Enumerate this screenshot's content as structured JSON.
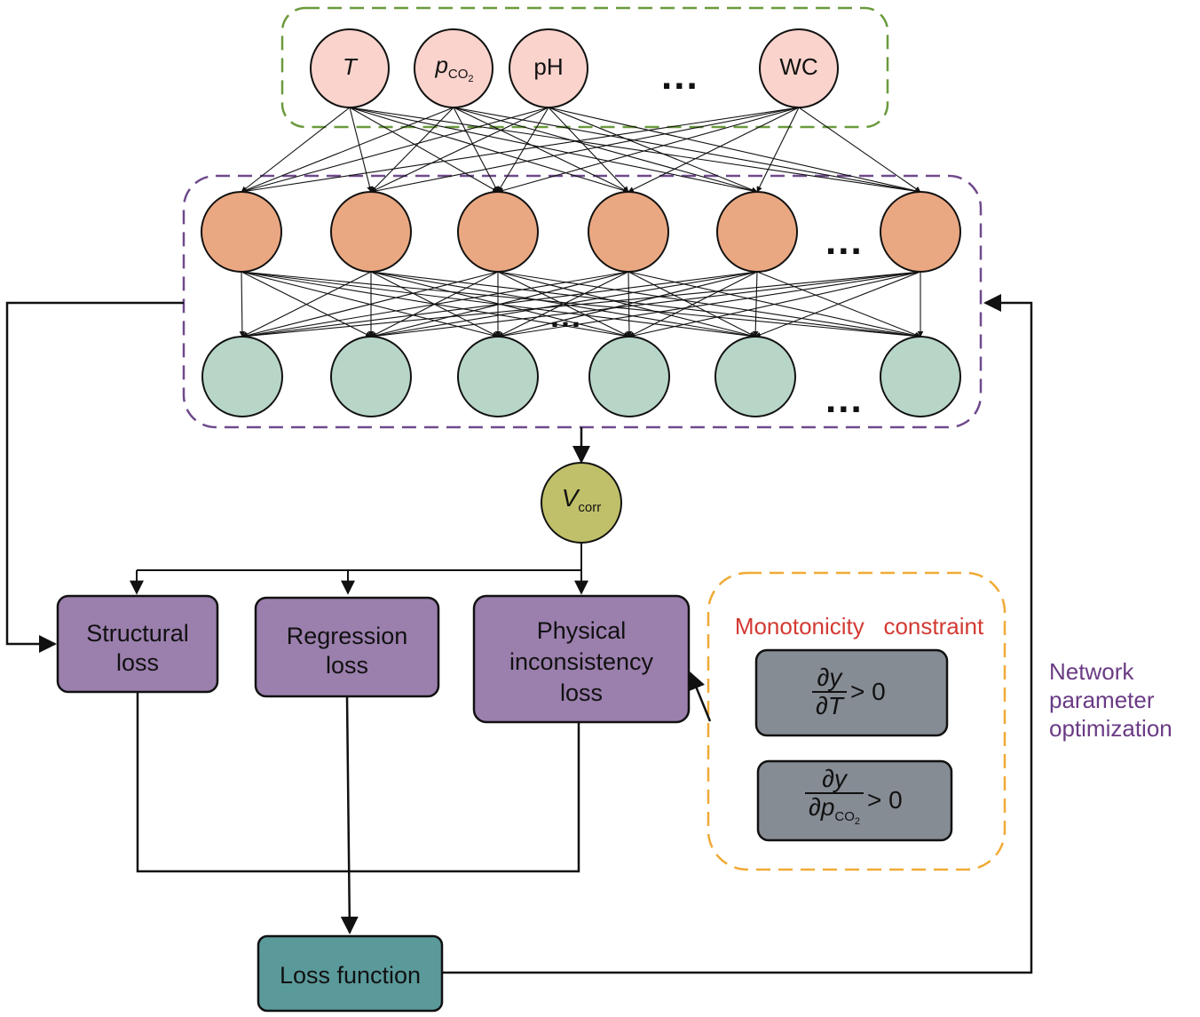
{
  "inputs": {
    "t": {
      "main": "T"
    },
    "pco2": {
      "main": "p",
      "sub": "CO",
      "sub2": "2"
    },
    "ph": {
      "main": "pH"
    },
    "wc": {
      "main": "WC"
    },
    "ellipsis": "..."
  },
  "hidden_ellipsis": "...",
  "output": {
    "main": "V",
    "sub": "corr"
  },
  "losses": {
    "structural": [
      "Structural",
      "loss"
    ],
    "regression": [
      "Regression",
      "loss"
    ],
    "physical": [
      "Physical",
      "inconsistency",
      "loss"
    ]
  },
  "loss_function": "Loss function",
  "constraint": {
    "title_a": "Monotonicity",
    "title_b": "constraint",
    "f1": {
      "num": "∂y",
      "den": "∂T",
      "rel": "> 0"
    },
    "f2": {
      "num": "∂y",
      "den_main": "∂p",
      "den_sub": "CO",
      "den_sub2": "2",
      "rel": "> 0"
    }
  },
  "feedback_label": [
    "Network",
    "parameter",
    "optimization"
  ],
  "colors": {
    "input_node": "#f9d3cc",
    "hidden1_node": "#eaa882",
    "hidden2_node": "#b8d6c8",
    "output_node": "#c0c06a",
    "loss_box": "#9b7fad",
    "loss_function_box": "#5b9a9b",
    "formula_box": "#868c94",
    "input_frame": "#6a9a3c",
    "hidden_frame": "#6f4a8c",
    "constraint_frame": "#f0aa36",
    "constraint_text": "#d33a33",
    "feedback_text": "#6a3b84"
  }
}
